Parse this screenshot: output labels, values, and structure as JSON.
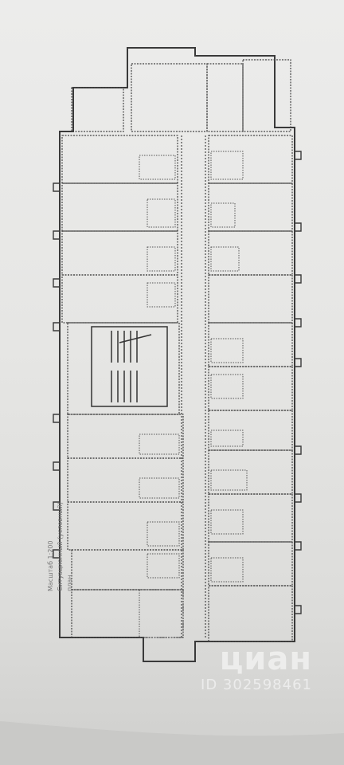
{
  "plan": {
    "scale_label": "Масштаб 1:200",
    "note_label": "Ситуационный (условный) план"
  },
  "watermark": {
    "brand": "циан",
    "id": "ID 302598461"
  },
  "colors": {
    "paper": "#ececeb",
    "line": "#3a3a3a",
    "shadow": "#cfcfcd"
  }
}
